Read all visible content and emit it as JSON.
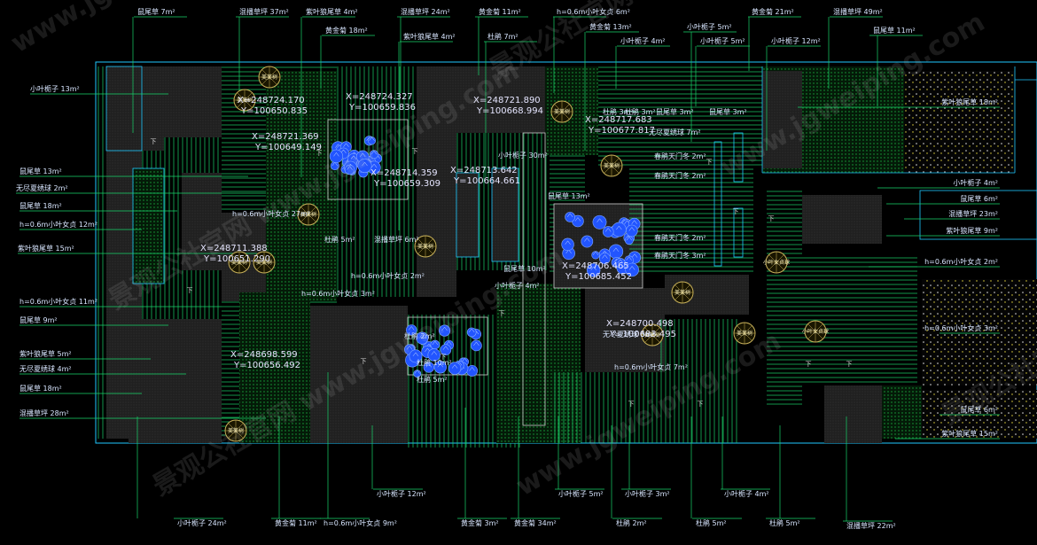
{
  "colors": {
    "background": "#000000",
    "label_text": "#d8e6ff",
    "leader_line": "#19d46a",
    "outline": "#1fc9ff",
    "planting": "#0b8f2e",
    "hatch_dark": "#2a2a2a",
    "tree": "#2255ff",
    "medallion": "#c9b25a"
  },
  "watermarks": [
    "www.jgweiping.com",
    "景观公社官网 www.jgweiping.com",
    "景观公社官网"
  ],
  "top_labels": [
    "鼠尾草 7m²",
    "混播草坪 37m²",
    "紫叶狼尾草 4m²",
    "黄金菊 18m²",
    "混播草坪 24m²",
    "紫叶狼尾草 4m²",
    "黄金菊 11m²",
    "杜鹃 7m²",
    "h=0.6m小叶女贞 6m²",
    "黄金菊 13m²",
    "小叶栀子 4m²",
    "小叶栀子 5m²",
    "小叶栀子 5m²",
    "黄金菊 21m²",
    "小叶栀子 12m²",
    "混播草坪 49m²",
    "鼠尾草 11m²"
  ],
  "left_labels": [
    "小叶栀子 13m²",
    "鼠尾草 13m²",
    "无尽夏绣球 2m²",
    "鼠尾草 18m²",
    "h=0.6m小叶女贞 12m²",
    "紫叶狼尾草 15m²",
    "h=0.6m小叶女贞 11m²",
    "鼠尾草 9m²",
    "紫叶狼尾草 5m²",
    "无尽夏绣球 4m²",
    "鼠尾草 18m²",
    "混播草坪 28m²"
  ],
  "right_labels": [
    "紫叶狼尾草 18m²",
    "小叶栀子 4m²",
    "鼠尾草 6m²",
    "混播草坪 23m²",
    "紫叶狼尾草 9m²",
    "h=0.6m小叶女贞 2m²",
    "h=0.6m小叶女贞 3m²",
    "鼠尾草 6m²",
    "紫叶狼尾草 15m²"
  ],
  "bottom_labels": [
    "小叶栀子 24m²",
    "黄金菊 11m²",
    "h=0.6m小叶女贞 9m²",
    "小叶栀子 12m²",
    "黄金菊 3m²",
    "黄金菊 34m²",
    "小叶栀子 5m²",
    "杜鹃 2m²",
    "小叶栀子 3m²",
    "杜鹃 5m²",
    "小叶栀子 4m²",
    "杜鹃 5m²",
    "混播草坪 22m²"
  ],
  "inner_labels": [
    "h=0.6m小叶女贞 27m²",
    "h=0.6m小叶女贞 2m²",
    "h=0.6m小叶女贞 3m²",
    "杜鹃 5m²",
    "混播草坪 6m²",
    "小叶栀子 30m²",
    "鼠尾草 13m²",
    "鼠尾草 10m²",
    "小叶栀子 4m²",
    "杜鹃 3m²",
    "杜鹃 3m²",
    "鼠尾草 3m²",
    "鼠尾草 3m²",
    "无尽夏绣球 7m²",
    "春鹃天门冬 2m²",
    "春鹃天门冬 2m²",
    "春鹃天门冬 2m²",
    "春鹃天门冬 3m²",
    "杜鹃 2m²",
    "杜鹃 10m²",
    "杜鹃 5m²",
    "无尽夏绣球 3m²",
    "h=0.6m小叶女贞 7m²"
  ],
  "coordinates": [
    "X=248724.170",
    "Y=100650.835",
    "X=248724.327",
    "Y=100659.836",
    "X=248721.890",
    "Y=100668.994",
    "X=248717.683",
    "Y=100677.817",
    "X=248721.369",
    "Y=100649.149",
    "X=248714.359",
    "Y=100659.309",
    "X=248713.642",
    "Y=100664.661",
    "X=248711.388",
    "Y=100651.290",
    "X=248706.465",
    "Y=100685.452",
    "X=248700.498",
    "Y=100683.495",
    "X=248698.599",
    "Y=100656.492"
  ],
  "medallion_label": "美美树",
  "small_round_label": "小叶女贞球",
  "down_mark": "下"
}
